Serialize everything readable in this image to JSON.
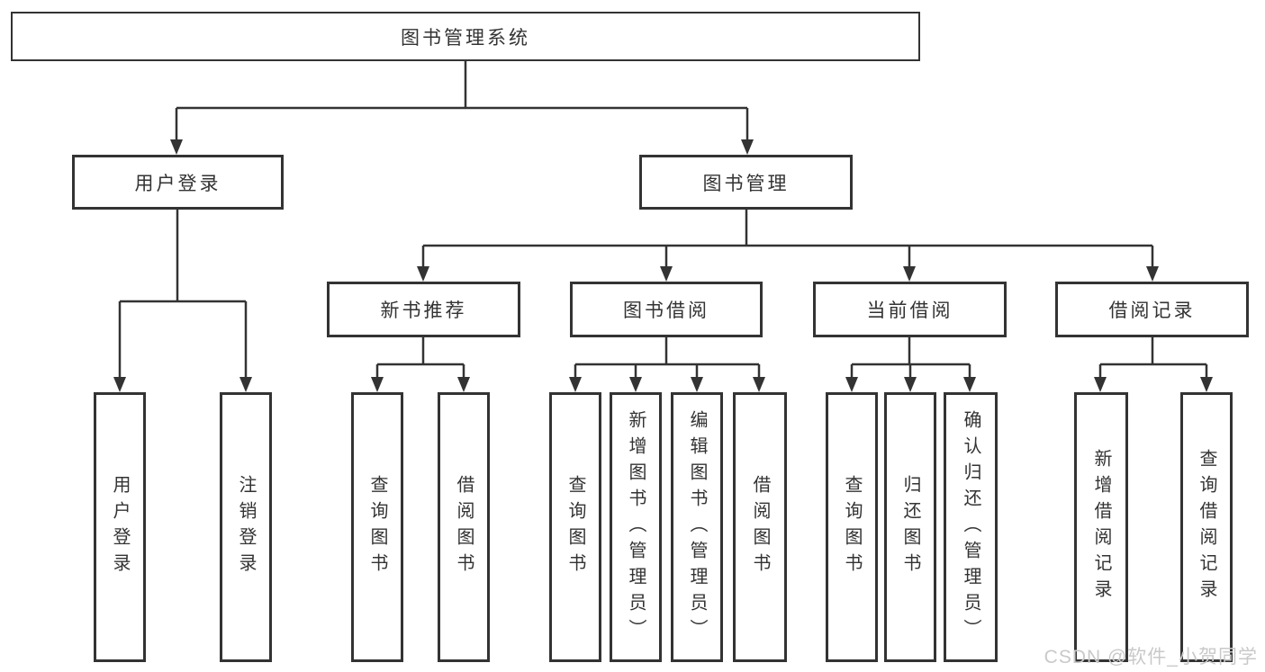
{
  "tree": {
    "root": {
      "label": "图书管理系统"
    },
    "branches": [
      {
        "label": "用户登录",
        "children": [
          {
            "label": "用户登录"
          },
          {
            "label": "注销登录"
          }
        ]
      },
      {
        "label": "图书管理",
        "children": [
          {
            "label": "新书推荐",
            "children": [
              {
                "label": "查询图书"
              },
              {
                "label": "借阅图书"
              }
            ]
          },
          {
            "label": "图书借阅",
            "children": [
              {
                "label": "查询图书"
              },
              {
                "label": "新增图书（管理员）"
              },
              {
                "label": "编辑图书（管理员）"
              },
              {
                "label": "借阅图书"
              }
            ]
          },
          {
            "label": "当前借阅",
            "children": [
              {
                "label": "查询图书"
              },
              {
                "label": "归还图书"
              },
              {
                "label": "确认归还（管理员）"
              }
            ]
          },
          {
            "label": "借阅记录",
            "children": [
              {
                "label": "新增借阅记录"
              },
              {
                "label": "查询借阅记录"
              }
            ]
          }
        ]
      }
    ]
  },
  "watermark": {
    "text": "CSDN @软件_小贺同学"
  },
  "colors": {
    "line": "#333333",
    "text": "#333333",
    "box_background": "#ffffff",
    "watermark": "#c9c9c9"
  }
}
